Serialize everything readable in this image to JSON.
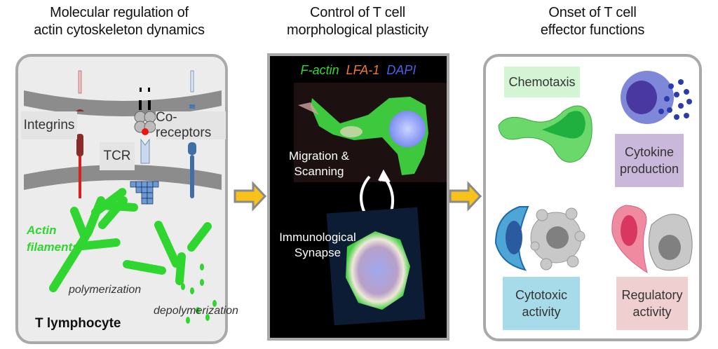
{
  "columns": [
    {
      "title_line1": "Molecular regulation of",
      "title_line2": "actin cytoskeleton dynamics",
      "labels": {
        "integrins": "Integrins",
        "tcr": "TCR",
        "co_receptors": "Co-receptors",
        "actin_line1": "Actin",
        "actin_line2": "filaments",
        "polymerization": "polymerization",
        "depolymerization": "depolymerization",
        "cell_type": "T lymphocyte"
      }
    },
    {
      "title_line1": "Control of T cell",
      "title_line2": "morphological plasticity",
      "stains": [
        {
          "label": "F-actin",
          "color": "#36d636"
        },
        {
          "label": "LFA-1",
          "color": "#f07a2a"
        },
        {
          "label": "DAPI",
          "color": "#4a5fe8"
        }
      ],
      "states": {
        "migration_line1": "Migration &",
        "migration_line2": "Scanning",
        "synapse_line1": "Immunological",
        "synapse_line2": "Synapse"
      }
    },
    {
      "title_line1": "Onset of T cell",
      "title_line2": "effector functions",
      "functions": [
        {
          "line1": "Chemotaxis",
          "line2": "",
          "color": "#d4f5d4"
        },
        {
          "line1": "Cytokine",
          "line2": "production",
          "color": "#c9b8da"
        },
        {
          "line1": "Cytotoxic",
          "line2": "activity",
          "color": "#a7dbea"
        },
        {
          "line1": "Regulatory",
          "line2": "activity",
          "color": "#efcfcf"
        }
      ]
    }
  ],
  "colors": {
    "panel_border": "#a9a9a9",
    "arrow_fill": "#f8c21a",
    "arrow_stroke": "#8a8a8a",
    "membrane": "#8c8c8c",
    "actin_green": "#2fd62f"
  }
}
